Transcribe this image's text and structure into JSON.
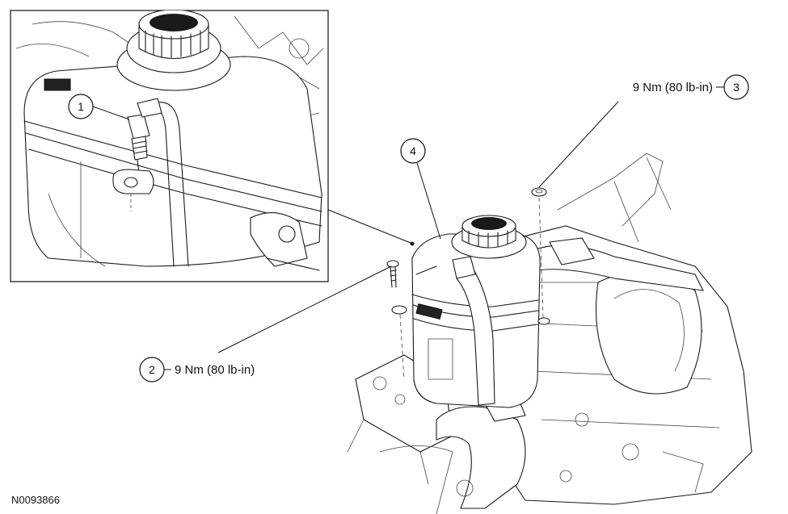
{
  "figure_id": "N0093866",
  "callouts": [
    {
      "number": "1"
    },
    {
      "number": "2",
      "torque": "9 Nm (80 lb-in)"
    },
    {
      "number": "3",
      "torque": "9 Nm (80 lb-in)"
    },
    {
      "number": "4"
    }
  ]
}
